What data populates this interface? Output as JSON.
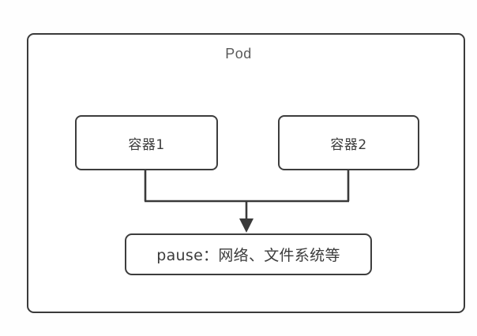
{
  "diagram": {
    "title": "Pod",
    "background_color": "#fefefe",
    "border_color": "#3a3a3a",
    "text_color": "#3b3b3b",
    "title_color": "#5a5a5a",
    "boxes": [
      {
        "id": "container-1",
        "label": "容器1"
      },
      {
        "id": "container-2",
        "label": "容器2"
      },
      {
        "id": "pause",
        "label": "pause：网络、文件系统等"
      }
    ],
    "connector": {
      "description": "container-1 and container-2 merge into a single arrow pointing down to pause",
      "arrow_head": "filled-triangle-down",
      "line_color": "#3a3a3a"
    }
  }
}
